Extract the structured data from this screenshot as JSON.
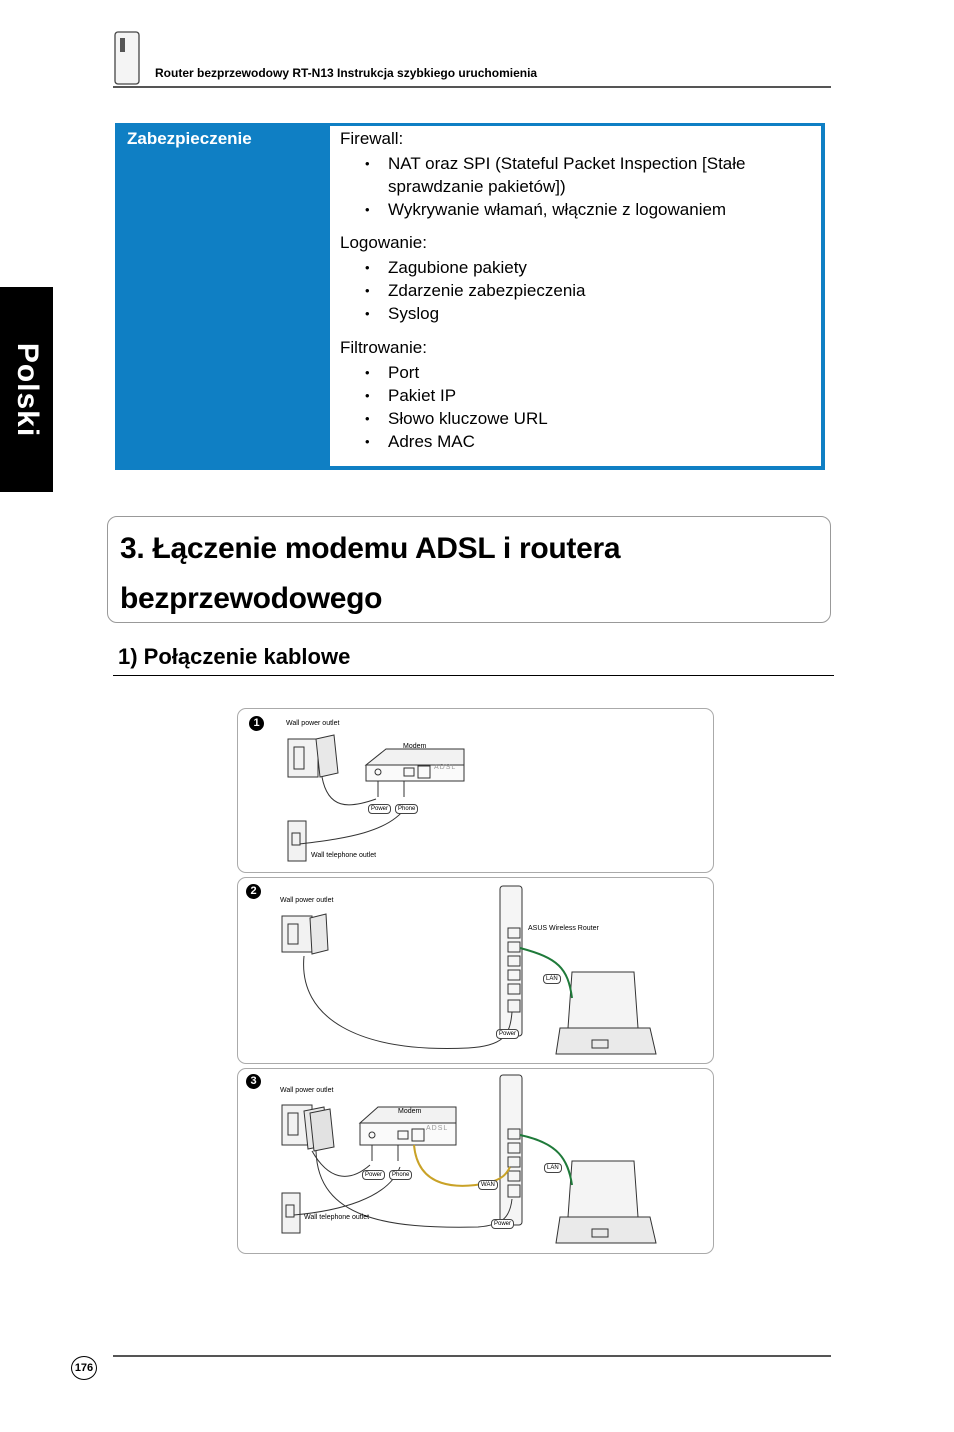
{
  "header": {
    "title": "Router bezprzewodowy RT-N13 Instrukcja szybkiego uruchomienia"
  },
  "side_tab": {
    "label": "Polski"
  },
  "spec_table": {
    "label": "Zabezpieczenie",
    "sections": [
      {
        "heading": "Firewall:",
        "items": [
          "NAT oraz SPI (Stateful Packet Inspection [Stałe sprawdzanie pakietów])",
          "Wykrywanie włamań, włącznie z logowaniem"
        ]
      },
      {
        "heading": "Logowanie:",
        "items": [
          "Zagubione pakiety",
          "Zdarzenie zabezpieczenia",
          "Syslog"
        ]
      },
      {
        "heading": "Filtrowanie:",
        "items": [
          "Port",
          "Pakiet IP",
          "Słowo kluczowe URL",
          "Adres MAC"
        ]
      }
    ]
  },
  "section": {
    "title_line1": "3. Łączenie modemu ADSL i routera",
    "title_line2": "bezprzewodowego",
    "subtitle": "1) Połączenie kablowe"
  },
  "diagram": {
    "panel1": {
      "number": "1",
      "wall_power": "Wall power outlet",
      "modem": "Modem",
      "power": "Power",
      "phone": "Phone",
      "wall_phone": "Wall telephone outlet",
      "adsl": "ADSL"
    },
    "panel2": {
      "number": "2",
      "wall_power": "Wall power outlet",
      "router": "ASUS Wireless Router",
      "lan": "LAN",
      "power": "Power"
    },
    "panel3": {
      "number": "3",
      "wall_power": "Wall power outlet",
      "modem": "Modem",
      "power": "Power",
      "phone": "Phone",
      "wall_phone": "Wall telephone outlet",
      "wan": "WAN",
      "lan": "LAN",
      "power2": "Power",
      "adsl": "ADSL"
    }
  },
  "footer": {
    "page_number": "176"
  },
  "colors": {
    "accent_blue": "#0f7fc4",
    "lan_cable": "#1f7a3a",
    "wan_cable": "#c9a227"
  }
}
